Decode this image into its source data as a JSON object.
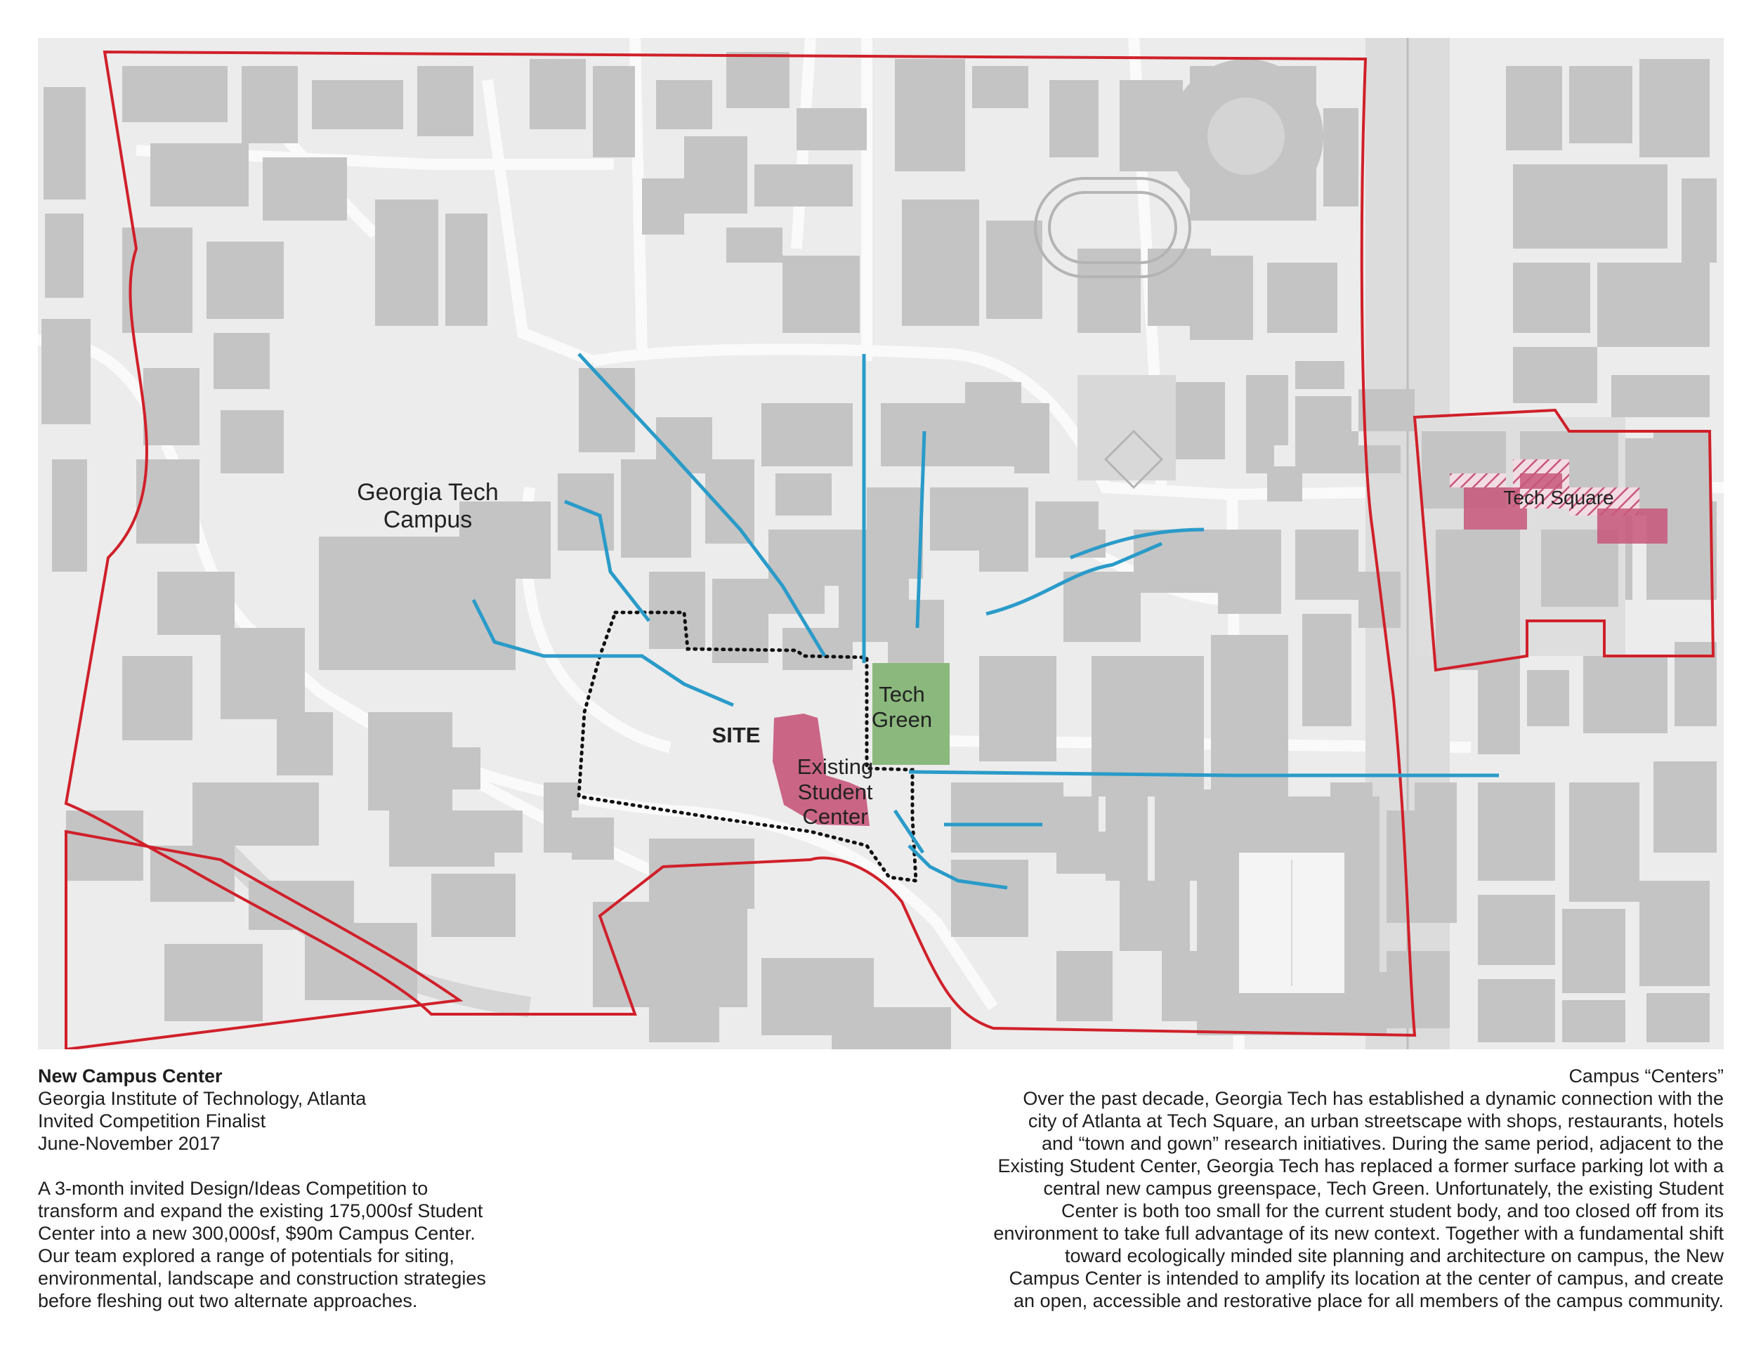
{
  "map": {
    "labels": {
      "campus": "Georgia Tech Campus",
      "site": "SITE",
      "existing_student_center": "Existing Student Center",
      "tech_green": "Tech Green",
      "tech_square": "Tech Square"
    },
    "legend_colors": {
      "building": "#c4c4c4",
      "campus_boundary": "#d0202a",
      "pedestrian_path": "#2a9bc9",
      "site_boundary": "#111111",
      "student_center": "#c8577a",
      "tech_green": "#8bb87d",
      "tech_square_hatch": "#c8577a",
      "map_background": "#ececec"
    }
  },
  "project": {
    "title": "New Campus Center",
    "subtitle_lines": [
      "Georgia Institute of Technology, Atlanta",
      "Invited Competition Finalist",
      "June-November 2017"
    ],
    "description": "A 3-month invited Design/Ideas Competition to transform and expand the existing 175,000sf Student Center into a new 300,000sf, $90m Campus Center. Our team explored a range of potentials for siting, environmental, landscape and construction strategies before fleshing out two alternate approaches."
  },
  "campus_centers": {
    "heading": "Campus “Centers”",
    "paragraph": "Over the past decade, Georgia Tech has established a dynamic connection with the city of Atlanta at Tech Square, an urban streetscape with shops, restaurants, hotels and “town and gown” research initiatives.  During the same period, adjacent to the Existing Student Center, Georgia Tech has replaced a former surface parking lot with a central new campus greenspace, Tech Green.  Unfortunately, the existing Student Center is both too small for the current student body, and too closed off from its environment to take full advantage of its new context.  Together with a fundamental shift toward ecologically minded site planning and architecture on campus, the New Campus Center is intended to amplify its location at the center of campus, and create an open, accessible and restorative place for all members of the campus community."
  }
}
